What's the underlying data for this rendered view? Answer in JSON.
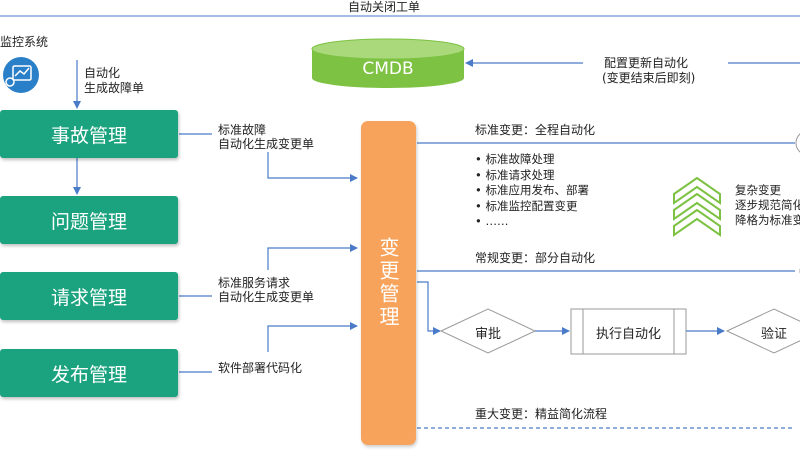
{
  "top_title": "自动关闭工单",
  "monitor": {
    "label": "监控系统",
    "icon": "monitor-chart-icon"
  },
  "cmdb": {
    "label": "CMDB"
  },
  "cmdb_update": {
    "line1": "配置更新自动化",
    "line2": "(变更结束后即刻)"
  },
  "left_boxes": {
    "incident": "事故管理",
    "problem": "问题管理",
    "request": "请求管理",
    "release": "发布管理"
  },
  "edge_labels": {
    "monitor_to_incident_1": "自动化",
    "monitor_to_incident_2": "生成故障单",
    "incident_to_change_1": "标准故障",
    "incident_to_change_2": "自动化生成变更单",
    "request_to_change_1": "标准服务请求",
    "request_to_change_2": "自动化生成变更单",
    "release_to_change": "软件部署代码化"
  },
  "change_mgmt": {
    "label": "变更管理"
  },
  "standard_change": {
    "title": "标准变更：全程自动化",
    "items": [
      "标准故障处理",
      "标准请求处理",
      "标准应用发布、部署",
      "标准监控配置变更",
      "……"
    ]
  },
  "complex_change": {
    "line1": "复杂变更",
    "line2": "逐步规范简化",
    "line3": "降格为标准变"
  },
  "normal_change": {
    "title": "常规变更：部分自动化"
  },
  "flow": {
    "approve": "审批",
    "execute": "执行自动化",
    "verify": "验证"
  },
  "major_change": {
    "title": "重大变更：精益简化流程"
  },
  "colors": {
    "green": "#1aa37e",
    "orange": "#f8a35b",
    "cmdb_green": "#7dc242",
    "line_blue": "#4a7bc8",
    "chevron_green": "#7dc242"
  }
}
